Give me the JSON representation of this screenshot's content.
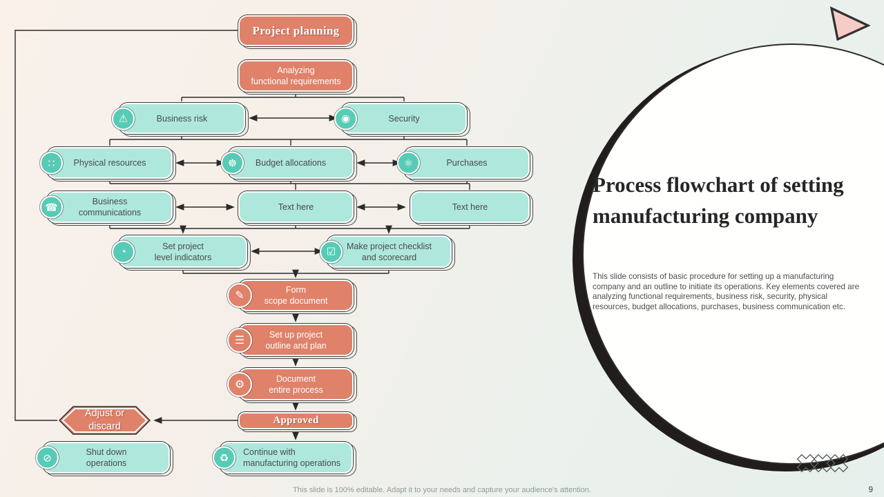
{
  "slide": {
    "page_number": "9",
    "footer_note": "This slide is 100% editable. Adapt it to your needs and capture your audience's attention.",
    "heading": {
      "title": "Process flowchart of setting manufacturing company",
      "description": "This slide consists of basic procedure for setting up a manufacturing company and an outline to initiate its operations. Key elements covered are analyzing functional requirements, business risk, security, physical resources, budget allocations, purchases, business communication etc."
    },
    "colors": {
      "salmon": "#e08169",
      "teal_fill": "#aee8dc",
      "teal_icon_circle": "#57cbb6",
      "connector_line": "#2b2b2b",
      "background_left": "#f9f1ea",
      "background_right": "#e7f0ec",
      "triangle_pink": "#f5cdc6",
      "circle_fill": "#ffffff",
      "circle_rim": "#211d1c"
    }
  },
  "flowchart": {
    "nodes": [
      {
        "id": "project-planning",
        "label": "Project planning",
        "style": "salmon-title",
        "icon": null
      },
      {
        "id": "analyzing-functional-requirements",
        "label": "Analyzing\nfunctional requirements",
        "style": "salmon",
        "icon": null
      },
      {
        "id": "business-risk",
        "label": "Business risk",
        "style": "teal",
        "icon": "risk-warning-icon",
        "icon_glyph": "⚠"
      },
      {
        "id": "security",
        "label": "Security",
        "style": "teal",
        "icon": "security-pin-icon",
        "icon_glyph": "◉"
      },
      {
        "id": "physical-resources",
        "label": "Physical resources",
        "style": "teal",
        "icon": "resources-icon",
        "icon_glyph": "∷"
      },
      {
        "id": "budget-allocations",
        "label": "Budget allocations",
        "style": "teal",
        "icon": "budget-wheel-icon",
        "icon_glyph": "☸"
      },
      {
        "id": "purchases",
        "label": "Purchases",
        "style": "teal",
        "icon": "purchases-network-icon",
        "icon_glyph": "⚛"
      },
      {
        "id": "business-communications",
        "label": "Business\ncommunications",
        "style": "teal",
        "icon": "communications-icon",
        "icon_glyph": "☎"
      },
      {
        "id": "text-here-1",
        "label": "Text here",
        "style": "teal",
        "icon": null
      },
      {
        "id": "text-here-2",
        "label": "Text here",
        "style": "teal",
        "icon": null
      },
      {
        "id": "set-project-level-indicators",
        "label": "Set project\nlevel indicators",
        "style": "teal",
        "icon": "gauge-icon",
        "icon_glyph": "◔"
      },
      {
        "id": "make-project-checklist-and-scorecard",
        "label": "Make project checklist\nand scorecard",
        "style": "teal",
        "icon": "checklist-icon",
        "icon_glyph": "☑"
      },
      {
        "id": "form-scope-document",
        "label": "Form\nscope document",
        "style": "salmon",
        "icon": "document-pen-icon",
        "icon_glyph": "✎"
      },
      {
        "id": "set-up-project-outline-and-plan",
        "label": "Set up project\noutline and plan",
        "style": "salmon",
        "icon": "outline-plan-icon",
        "icon_glyph": "☰"
      },
      {
        "id": "document-entire-process",
        "label": "Document\nentire process",
        "style": "salmon",
        "icon": "process-gear-icon",
        "icon_glyph": "⚙"
      },
      {
        "id": "approved",
        "label": "Approved",
        "style": "salmon-title",
        "icon": null
      },
      {
        "id": "adjust-or-discard",
        "label": "Adjust or\ndiscard",
        "style": "hexagon",
        "icon": null
      },
      {
        "id": "shut-down-operations",
        "label": "Shut down\noperations",
        "style": "teal",
        "icon": "shutdown-icon",
        "icon_glyph": "⊘"
      },
      {
        "id": "continue-with-manufacturing-operations",
        "label": "Continue with\nmanufacturing operations",
        "style": "teal",
        "icon": "recycle-icon",
        "icon_glyph": "♻"
      }
    ]
  },
  "decorations": {
    "x_marks_count": 3,
    "shapes": [
      "pink-triangle",
      "white-circle-panel",
      "x-marks"
    ]
  }
}
